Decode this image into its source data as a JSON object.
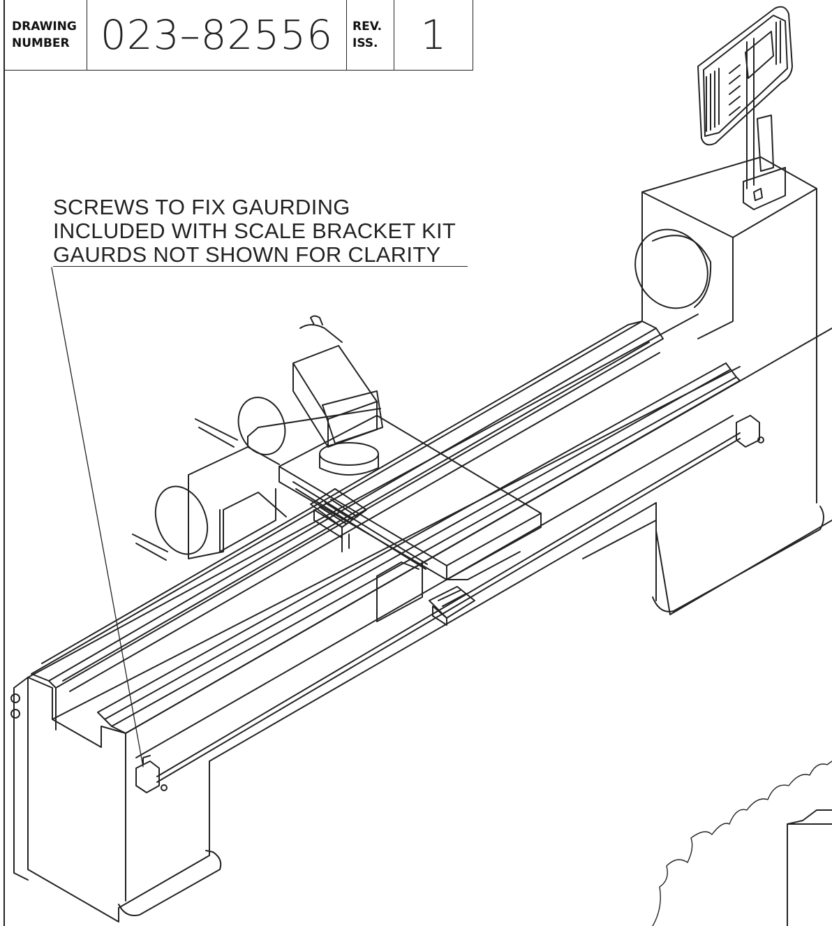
{
  "title_block": {
    "drawing_number_label_1": "DRAWING",
    "drawing_number_label_2": "NUMBER",
    "drawing_number": "023–82556",
    "rev_label_1": "REV.",
    "rev_label_2": "ISS.",
    "rev_value": "1"
  },
  "note": {
    "line_1": "SCREWS TO FIX GAURDING",
    "line_2": "INCLUDED WITH SCALE BRACKET KIT",
    "line_3": "GAURDS NOT SHOWN FOR CLARITY"
  },
  "colors": {
    "line": "#222222",
    "background": "#ffffff"
  }
}
